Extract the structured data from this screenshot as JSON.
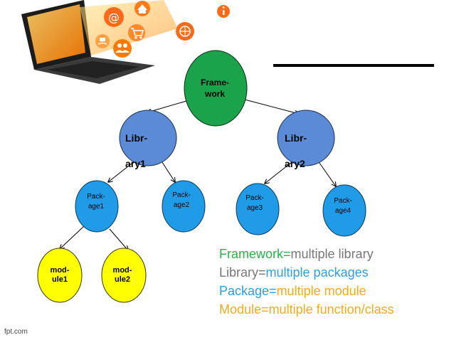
{
  "nodes": {
    "framework": "Frame-\nwork",
    "library1": "Libr-\nary1",
    "library2": "Libr-\nary2",
    "package1": "Pack-\nage1",
    "package2": "Pack-\nage2",
    "package3": "Pack-\nage3",
    "package4": "Pack-\nage4",
    "module1": "mod-\nule1",
    "module2": "mod-\nule2"
  },
  "legend": {
    "line1": {
      "term": "Framework=",
      "def": "multiple library"
    },
    "line2": {
      "term": "Library=",
      "def": "multiple packages"
    },
    "line3": {
      "term": "Package=",
      "def": "multiple module"
    },
    "line4": {
      "term": "Module=",
      "def": "multiple function/class"
    }
  },
  "colors": {
    "framework": "#1aa34a",
    "library": "#5b8bd6",
    "package": "#1f9be8",
    "module": "#ffff00",
    "term_green": "#27b34a",
    "text_gray": "#777777",
    "term_blue": "#2e9ee0",
    "term_orange": "#f2aa1c"
  },
  "watermark": "fpt.com"
}
